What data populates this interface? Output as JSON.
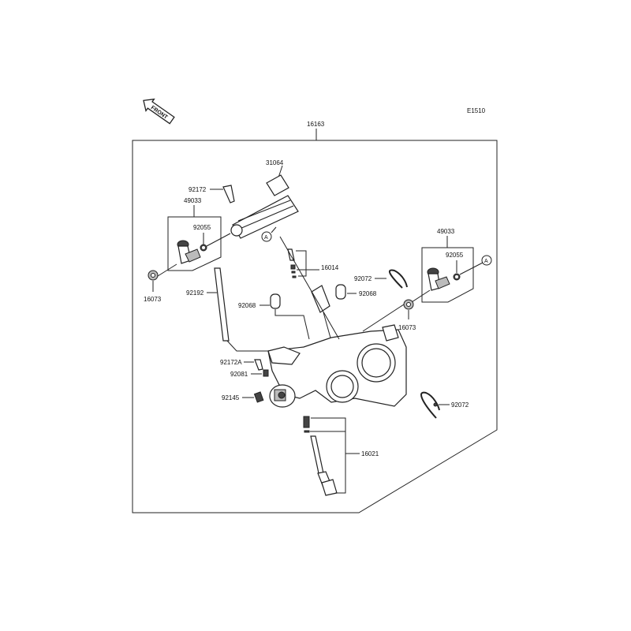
{
  "diagram_code": "E1510",
  "front_label": "FRONT",
  "assembly": "16163",
  "callout_ref": "A",
  "labels": {
    "p31064": "31064",
    "p92172": "92172",
    "p49033_left": "49033",
    "p92055_left": "92055",
    "p16073_left": "16073",
    "p92192": "92192",
    "p92068_left": "92068",
    "p16014": "16014",
    "p92072_top": "92072",
    "p92068_right": "92068",
    "p49033_right": "49033",
    "p92055_right": "92055",
    "p16073_right": "16073",
    "p92172A": "92172A",
    "p92081": "92081",
    "p92145": "92145",
    "p92072_right": "92072",
    "p16021": "16021"
  }
}
